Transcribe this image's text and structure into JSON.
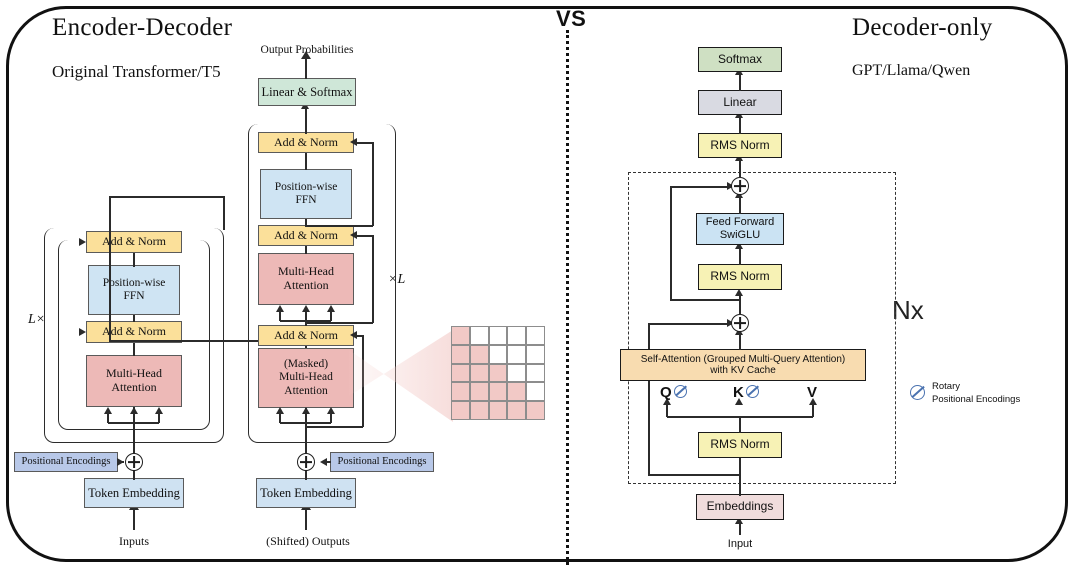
{
  "figure": {
    "vs_label": "VS",
    "left": {
      "title": "Encoder-Decoder",
      "subtitle": "Original Transformer/T5",
      "repeat_left": "L×",
      "repeat_right": "×L",
      "top_caption": "Output Probabilities",
      "encoder": {
        "bottom_caption": "Inputs",
        "blocks": [
          {
            "label": "Token Embedding",
            "color": "#cfe2f2"
          },
          {
            "label": "Positional Encodings",
            "color": "#b8c8e8"
          },
          {
            "label": "Multi-Head\nAttention",
            "color": "#edb9b7"
          },
          {
            "label": "Add & Norm",
            "color": "#fbe09a"
          },
          {
            "label": "Position-wise\nFFN",
            "color": "#cfe4f3"
          },
          {
            "label": "Add & Norm",
            "color": "#fbe09a"
          }
        ]
      },
      "decoder": {
        "bottom_caption": "(Shifted) Outputs",
        "blocks": [
          {
            "label": "Token Embedding",
            "color": "#cfe2f2"
          },
          {
            "label": "Positional Encodings",
            "color": "#b8c8e8"
          },
          {
            "label": "(Masked)\nMulti-Head\nAttention",
            "color": "#edb9b7"
          },
          {
            "label": "Add & Norm",
            "color": "#fbe09a"
          },
          {
            "label": "Multi-Head\nAttention",
            "color": "#edb9b7"
          },
          {
            "label": "Add & Norm",
            "color": "#fbe09a"
          },
          {
            "label": "Position-wise\nFFN",
            "color": "#cfe4f3"
          },
          {
            "label": "Add & Norm",
            "color": "#fbe09a"
          },
          {
            "label": "Linear & Softmax",
            "color": "#cfe7d8"
          }
        ]
      },
      "labels": {
        "token_embedding": "Token Embedding",
        "positional_encodings": "Positional Encodings",
        "multi_head_attention": "Multi-Head\nAttention",
        "masked_multi_head_attention": "(Masked)\nMulti-Head\nAttention",
        "add_norm": "Add & Norm",
        "position_wise_ffn": "Position-wise\nFFN",
        "linear_softmax": "Linear & Softmax"
      }
    },
    "right": {
      "title": "Decoder-only",
      "subtitle": "GPT/Llama/Qwen",
      "repeat": "Nx",
      "bottom_caption": "Input",
      "blocks": [
        {
          "label": "Embeddings",
          "color": "#f0dcdc"
        },
        {
          "label": "RMS Norm",
          "color": "#f7f2b5"
        },
        {
          "label": "Self-Attention (Grouped Multi-Query Attention)\nwith KV Cache",
          "color": "#f8dcb0"
        },
        {
          "label": "RMS Norm",
          "color": "#f7f2b5"
        },
        {
          "label": "Feed Forward\nSwiGLU",
          "color": "#cbe3f3"
        },
        {
          "label": "RMS Norm",
          "color": "#f7f2b5"
        },
        {
          "label": "Linear",
          "color": "#d9dae2"
        },
        {
          "label": "Softmax",
          "color": "#cfe0c3"
        }
      ],
      "labels": {
        "embeddings": "Embeddings",
        "rms_norm": "RMS Norm",
        "self_attention_line1": "Self-Attention (Grouped Multi-Query Attention)",
        "self_attention_line2": "with KV Cache",
        "feed_forward_line1": "Feed Forward",
        "feed_forward_line2": "SwiGLU",
        "linear": "Linear",
        "softmax": "Softmax"
      },
      "qkv": {
        "q": "Q",
        "k": "K",
        "v": "V"
      },
      "legend": {
        "line1": "Rotary",
        "line2": "Positional Encodings"
      }
    },
    "mask": {
      "rows": 5,
      "cols": 5,
      "pattern": [
        [
          1,
          0,
          0,
          0,
          0
        ],
        [
          1,
          1,
          0,
          0,
          0
        ],
        [
          1,
          1,
          1,
          0,
          0
        ],
        [
          1,
          1,
          1,
          1,
          0
        ],
        [
          1,
          1,
          1,
          1,
          1
        ]
      ],
      "on_color": "#f2c9c6",
      "off_color": "#ffffff"
    }
  }
}
